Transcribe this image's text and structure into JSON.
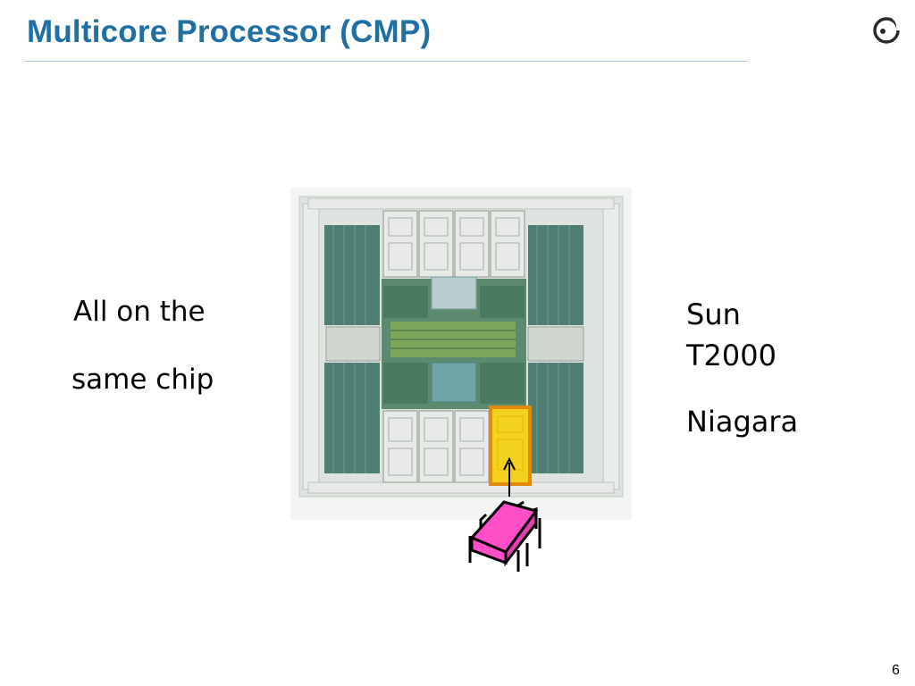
{
  "slide": {
    "title": "Multicore Processor (CMP)",
    "left_caption": [
      "All on the",
      "same chip"
    ],
    "right_caption": [
      "Sun",
      "T2000",
      "Niagara"
    ],
    "page_number": "6"
  },
  "colors": {
    "title": "#1f6fa3",
    "rule": "#9fc4d8",
    "highlight_core": "#f2d21e",
    "highlight_border": "#e08a10",
    "processor_icon": "#ff4fc8"
  },
  "icons": [
    "logo-icon",
    "chip-die-image",
    "processor-icon"
  ]
}
